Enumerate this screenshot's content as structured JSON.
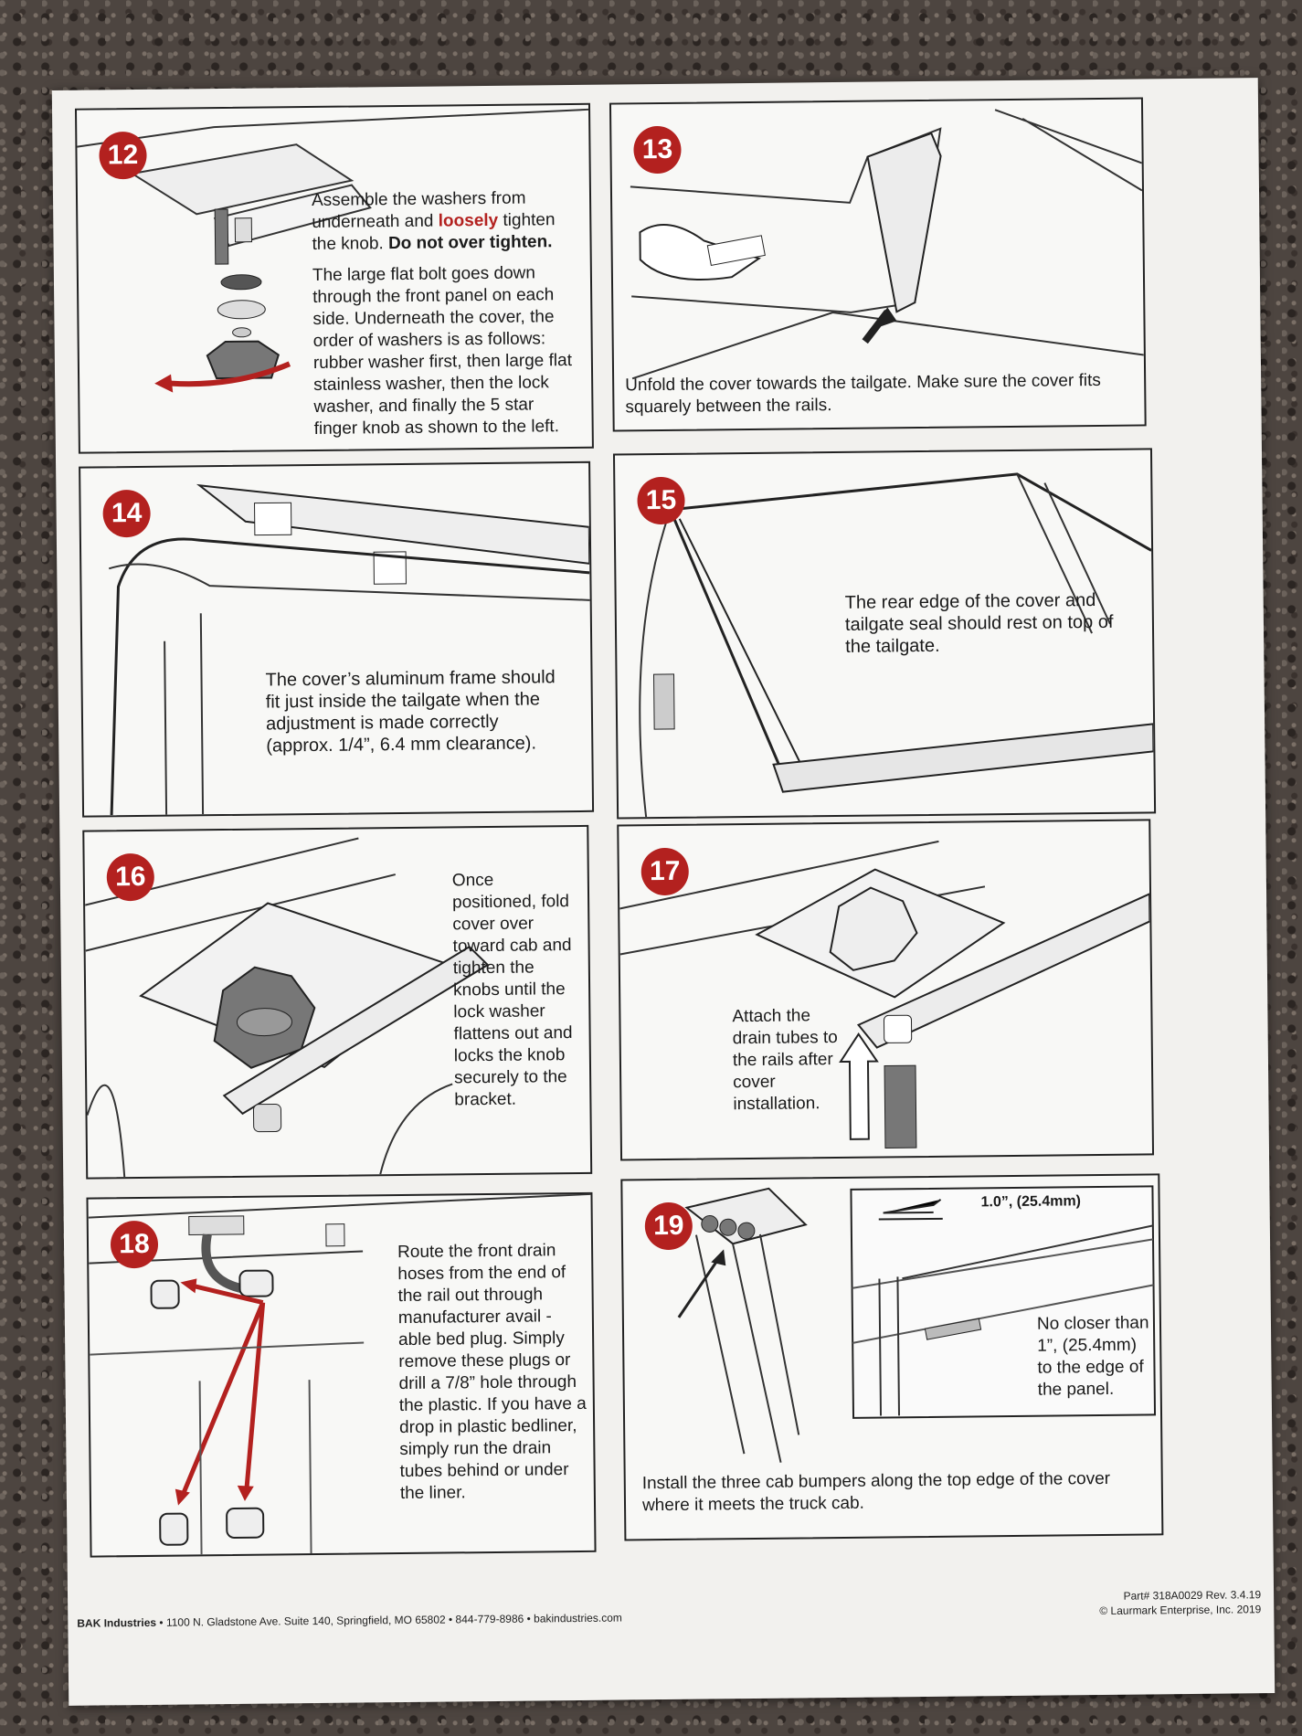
{
  "steps": [
    {
      "num": "12",
      "p1_a": "Assemble the washers from underneath and ",
      "p1_red": "loosely",
      "p1_b": " tighten the knob. ",
      "p1_bold": "Do not over tighten.",
      "p2": "The large flat bolt goes down through the front panel on each side. Underneath the cover, the order of washers is as follows: rubber washer first, then large flat stainless washer, then the lock washer, and finally the 5 star finger knob as shown to the left."
    },
    {
      "num": "13",
      "text": "Unfold the cover towards the tailgate. Make sure the cover fits squarely between the rails."
    },
    {
      "num": "14",
      "text": "The cover’s aluminum frame should fit just inside the tailgate when the adjustment is made correctly (approx. 1/4”, 6.4 mm clearance)."
    },
    {
      "num": "15",
      "text": "The rear edge of the cover and tailgate seal should rest on top of the tailgate."
    },
    {
      "num": "16",
      "text": "Once positioned, fold cover over toward cab and tighten the knobs until the lock washer flattens out and locks the knob securely to the bracket."
    },
    {
      "num": "17",
      "text": "Attach the drain tubes to the rails after cover installation."
    },
    {
      "num": "18",
      "text": "Route the front drain hoses from the end of the rail out through manufacturer avail - able bed plug. Simply remove these plugs or drill a 7/8” hole through the plastic. If you have a drop in plastic bedliner, simply run the drain tubes behind or under the liner."
    },
    {
      "num": "19",
      "text": "Install the three cab bumpers along the top edge of the cover where it meets the truck cab.",
      "dimension": "1.0”, (25.4mm)",
      "inset_text": "No closer than 1”, (25.4mm) to the edge of the panel."
    }
  ],
  "footer": {
    "company": "BAK Industries",
    "address": "• 1100 N. Gladstone Ave. Suite 140, Springfield, MO 65802 • 844-779-8986 • bakindustries.com",
    "part": "Part# 318A0029  Rev. 3.4.19",
    "copyright": "© Laurmark Enterprise, Inc. 2019"
  },
  "colors": {
    "accent": "#b3211f",
    "paper": "#f2f1ee",
    "ink": "#222222"
  }
}
